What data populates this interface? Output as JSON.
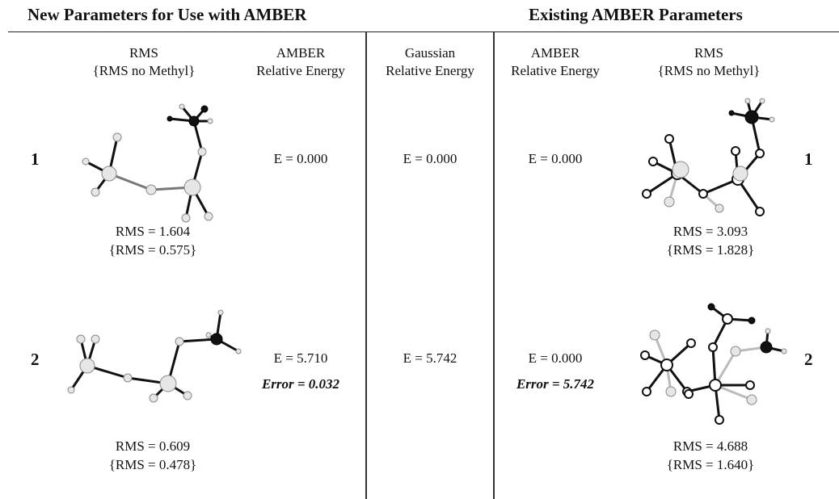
{
  "headers": {
    "left": "New Parameters for Use with AMBER",
    "right": "Existing AMBER Parameters"
  },
  "columns": {
    "rms_left": [
      "RMS",
      "{RMS no Methyl}"
    ],
    "amber_new": [
      "AMBER",
      "Relative Energy"
    ],
    "gaussian": [
      "Gaussian",
      "Relative Energy"
    ],
    "amber_old": [
      "AMBER",
      "Relative Energy"
    ],
    "rms_right": [
      "RMS",
      "{RMS no Methyl}"
    ]
  },
  "rows": [
    {
      "label": "1",
      "rms_new": "RMS = 1.604",
      "rms_new_nomethyl": "{RMS = 0.575}",
      "amber_new_energy": "E = 0.000",
      "amber_new_error": "",
      "gaussian_energy": "E = 0.000",
      "amber_old_energy": "E = 0.000",
      "amber_old_error": "",
      "rms_old": "RMS = 3.093",
      "rms_old_nomethyl": "{RMS = 1.828}"
    },
    {
      "label": "2",
      "rms_new": "RMS = 0.609",
      "rms_new_nomethyl": "{RMS = 0.478}",
      "amber_new_energy": "E = 5.710",
      "amber_new_error": "Error = 0.032",
      "gaussian_energy": "E = 5.742",
      "amber_old_energy": "E = 0.000",
      "amber_old_error": "Error = 5.742",
      "rms_old": "RMS = 4.688",
      "rms_old_nomethyl": "{RMS = 1.640}"
    }
  ]
}
